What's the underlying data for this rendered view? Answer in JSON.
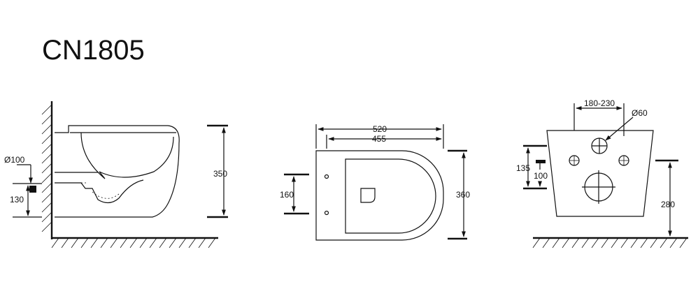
{
  "title": "CN1805",
  "side_view": {
    "outlet_diameter": "Ø100",
    "outlet_height": "130",
    "height": "350"
  },
  "top_view": {
    "length_overall": "520",
    "length_inner": "455",
    "bolt_spacing": "160",
    "width": "360"
  },
  "rear_view": {
    "spacing_range": "180-230",
    "inlet_diameter": "Ø60",
    "inlet_height": "135",
    "outlet_height": "100",
    "mount_height": "280"
  }
}
